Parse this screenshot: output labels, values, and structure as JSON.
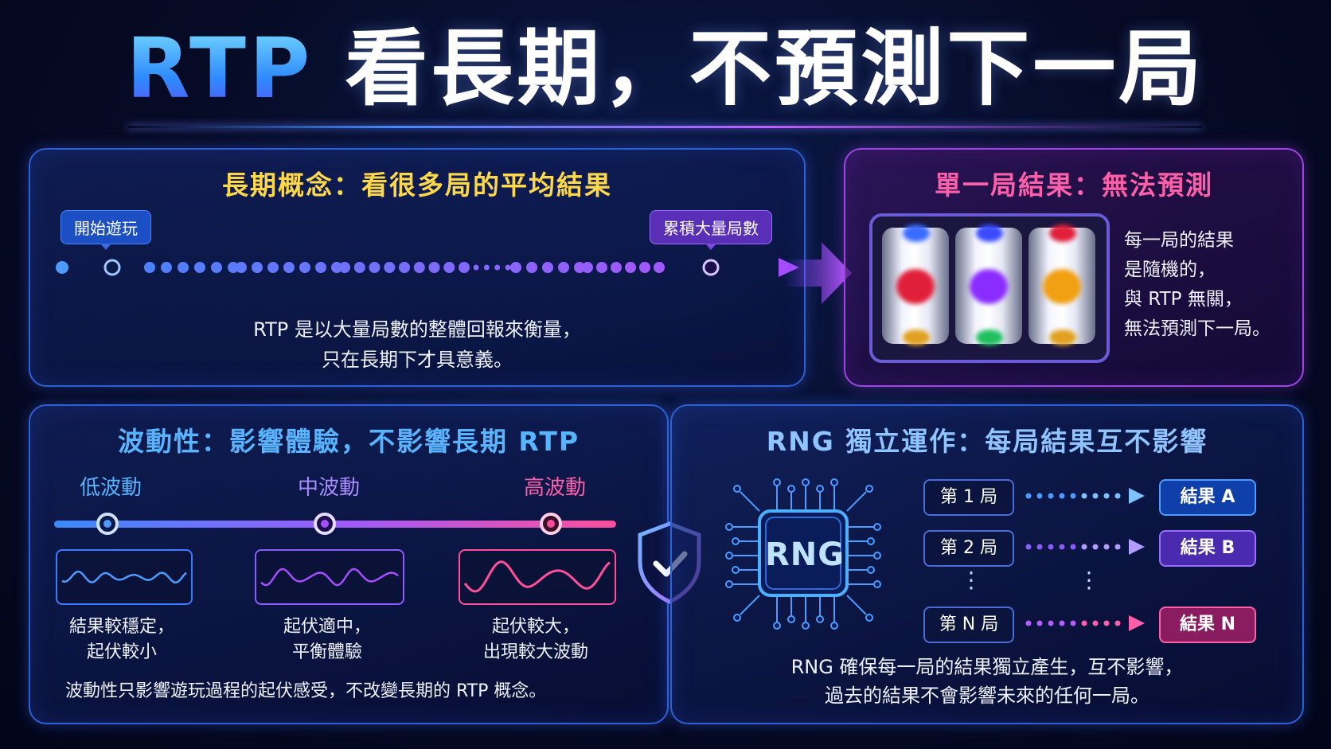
{
  "title": {
    "accent": "RTP",
    "rest": " 看長期，不預測下一局"
  },
  "long_term": {
    "heading": "長期概念：看很多局的平均結果",
    "start_tag": "開始遊玩",
    "end_tag": "累積大量局數",
    "desc_line1": "RTP 是以大量局數的整體回報來衡量，",
    "desc_line2": "只在長期下才具意義。"
  },
  "single_round": {
    "heading": "單一局結果：無法預測",
    "lines": [
      "每一局的結果",
      "是隨機的，",
      "與 RTP 無關，",
      "無法預測下一局。"
    ],
    "icon": "slot-reels-icon"
  },
  "volatility": {
    "heading": "波動性：影響體驗，不影響長期 RTP",
    "low_label": "低波動",
    "mid_label": "中波動",
    "high_label": "高波動",
    "low_caption_1": "結果較穩定，",
    "low_caption_2": "起伏較小",
    "mid_caption_1": "起伏適中，",
    "mid_caption_2": "平衡體驗",
    "high_caption_1": "起伏較大，",
    "high_caption_2": "出現較大波動",
    "footer": "波動性只影響遊玩過程的起伏感受，不改變長期的 RTP 概念。"
  },
  "rng": {
    "heading": "RNG 獨立運作：每局結果互不影響",
    "chip_label": "RNG",
    "rounds": [
      {
        "round": "第 1 局",
        "result": "結果 A"
      },
      {
        "round": "第 2 局",
        "result": "結果 B"
      },
      {
        "round": "第 N 局",
        "result": "結果 N"
      }
    ],
    "ellipsis": "⋮",
    "footer_line1": "RNG 確保每一局的結果獨立產生，互不影響，",
    "footer_line2": "過去的結果不會影響未來的任何一局。"
  },
  "colors": {
    "blue_accent": "#2f8bff",
    "purple_accent": "#a64dff",
    "pink_accent": "#ff4f9a",
    "yellow_heading": "#ffd84a"
  }
}
